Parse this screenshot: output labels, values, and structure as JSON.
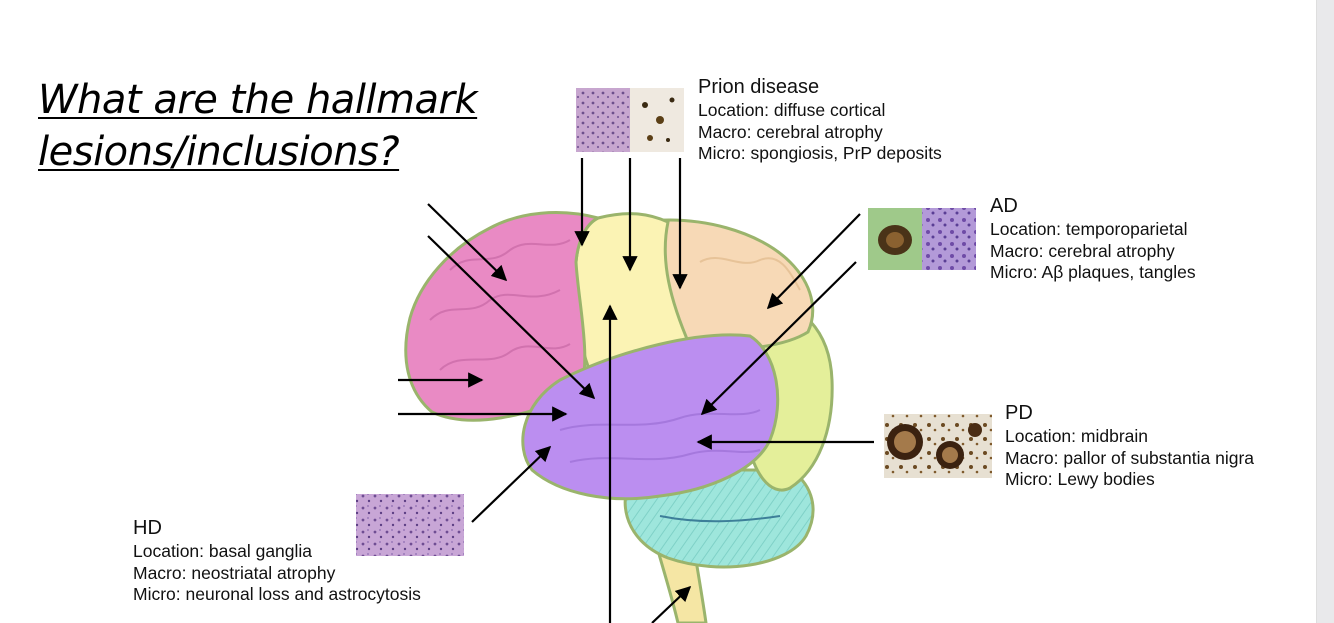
{
  "title": {
    "line1": "What are the hallmark",
    "line2": "lesions/inclusions?"
  },
  "diseases": {
    "prion": {
      "name": "Prion disease",
      "location": "Location: diffuse cortical",
      "macro": "Macro: cerebral atrophy",
      "micro": "Micro: spongiosis, PrP deposits"
    },
    "ad": {
      "name": "AD",
      "location": "Location: temporoparietal",
      "macro": "Macro: cerebral atrophy",
      "micro": "Micro: Aβ plaques, tangles"
    },
    "pd": {
      "name": "PD",
      "location": "Location: midbrain",
      "macro": "Macro: pallor of substantia nigra",
      "micro": "Micro: Lewy bodies"
    },
    "hd": {
      "name": "HD",
      "location": "Location: basal ganglia",
      "macro": "Macro: neostriatal atrophy",
      "micro": "Micro: neuronal loss and astrocytosis"
    }
  },
  "colors": {
    "frontal": "#e98ac4",
    "parietal_yellow": "#fbf3b4",
    "parietal_orange": "#f7d9b6",
    "temporal": "#bb8ef0",
    "occipital": "#e4ef9a",
    "cerebellum": "#9ee6dc",
    "brainstem": "#f5e6a4",
    "outline": "#9ab46c"
  }
}
